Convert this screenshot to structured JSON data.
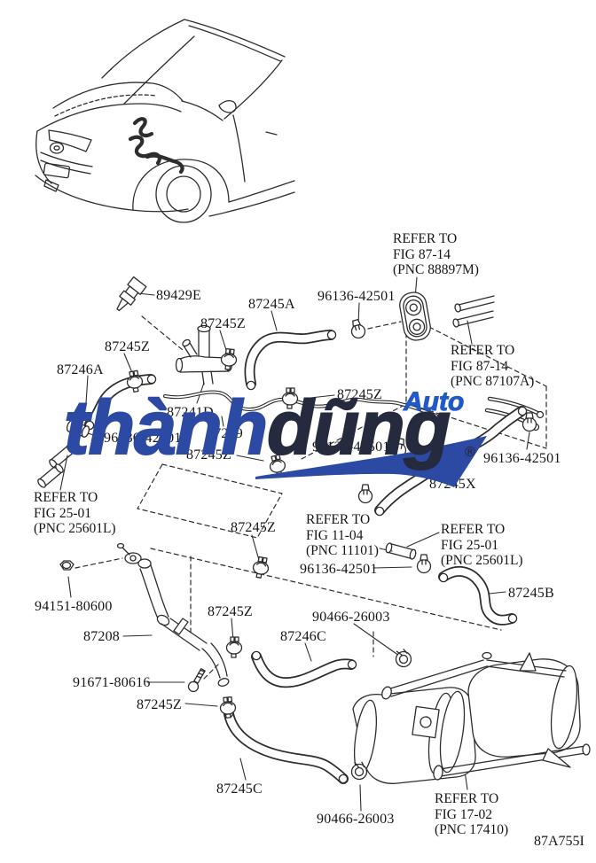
{
  "figure_code": "87A755I",
  "watermark": {
    "brand_part1": "thành",
    "brand_part2": "dũng",
    "tagline": "Auto",
    "registered_mark": "®"
  },
  "colors": {
    "brand_blue": "#2c4aa3",
    "brand_dark": "#252a3e",
    "tagline_blue": "#2159c8",
    "line_color": "#2d2d2d"
  },
  "parts": {
    "p89429e": "89429E",
    "p87245a": "87245A",
    "p87245b": "87245B",
    "p87245c": "87245C",
    "p87245x": "87245X",
    "p87245z": "87245Z",
    "p87241d": "87241D",
    "p87209": "87209",
    "p87246a": "87246A",
    "p87246c": "87246C",
    "p87208": "87208",
    "p96136": "96136-42501",
    "p94151": "94151-80600",
    "p91671": "91671-80616",
    "p90466": "90466-26003"
  },
  "notes": {
    "refer_to": "REFER TO",
    "fig_8714": "FIG 87-14",
    "pnc_88897m": "(PNC 88897M)",
    "pnc_87107a": "(PNC 87107A)",
    "fig_2501": "FIG 25-01",
    "pnc_25601l": "(PNC 25601L)",
    "fig_1104": "FIG 11-04",
    "pnc_11101": "(PNC 11101)",
    "fig_1702": "FIG 17-02",
    "pnc_17410": "(PNC 17410)"
  }
}
